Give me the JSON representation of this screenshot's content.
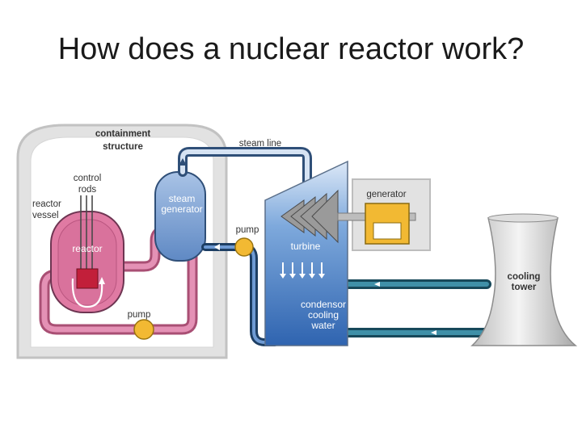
{
  "slide": {
    "title": "How does a nuclear reactor work?"
  },
  "labels": {
    "containment_1": "containment",
    "containment_2": "structure",
    "control_1": "control",
    "control_2": "rods",
    "vessel_1": "reactor",
    "vessel_2": "vessel",
    "reactor": "reactor",
    "steam_gen_1": "steam",
    "steam_gen_2": "generator",
    "steam_line": "steam line",
    "pump_secondary": "pump",
    "pump_primary": "pump",
    "turbine": "turbine",
    "generator": "generator",
    "condensor_1": "condensor",
    "condensor_2": "cooling",
    "condensor_3": "water",
    "cooling_tower_1": "cooling",
    "cooling_tower_2": "tower"
  },
  "colors": {
    "containment": "#e2e2e2",
    "reactor": "#e07aa3",
    "primary_loop": "#d9739b",
    "steam_generator": "#7fa6d8",
    "steam_line": "#2f4f78",
    "turbine": "#5d8fcf",
    "cooling_loop": "#1d5f73",
    "pump": "#f2b933",
    "generator": "#f2b933",
    "core": "#c21f3a"
  }
}
